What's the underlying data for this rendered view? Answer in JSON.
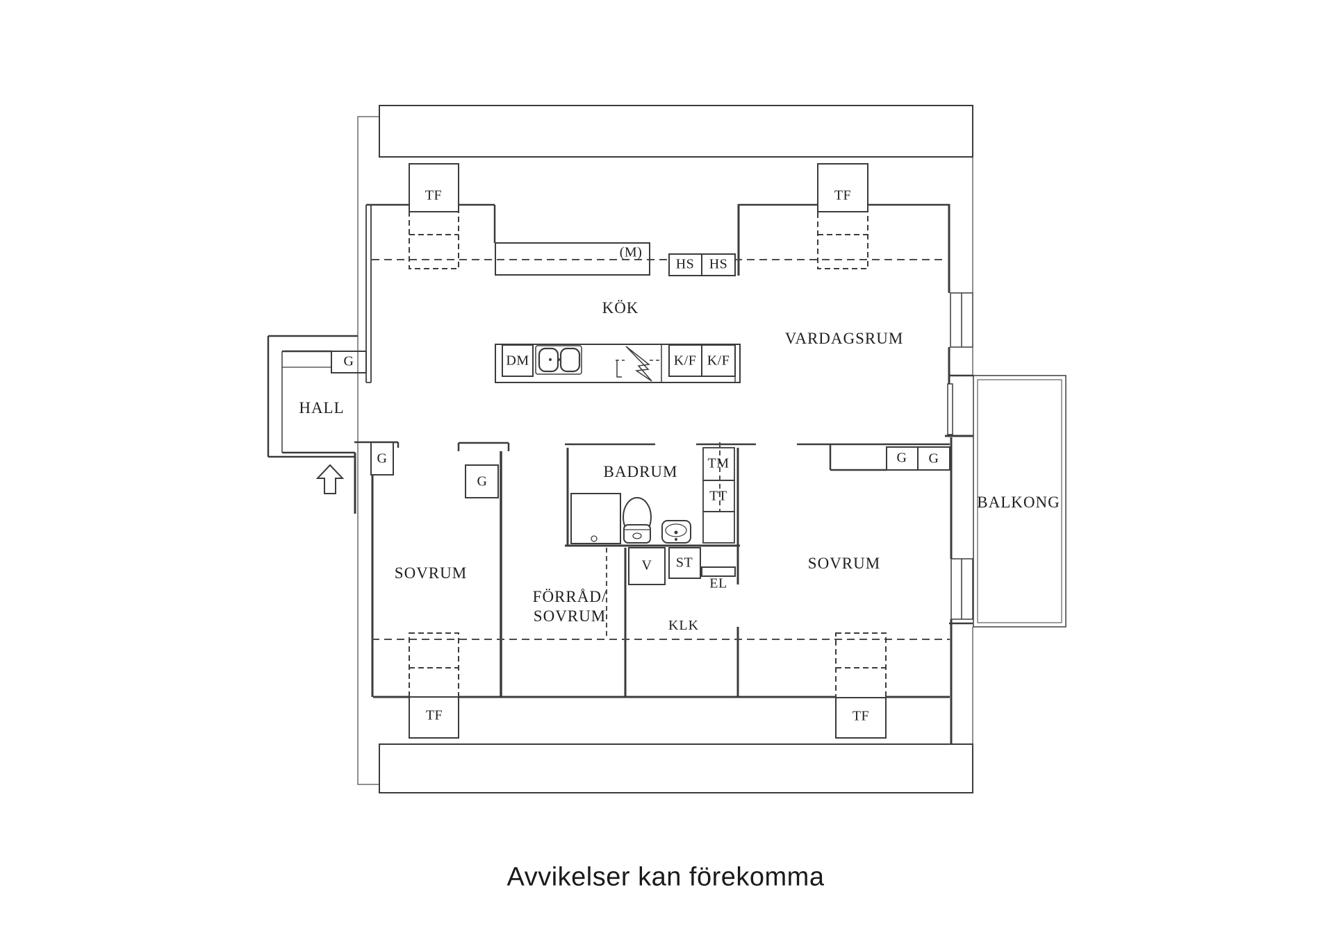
{
  "canvas": {
    "background": "#ffffff",
    "line_color": "#3b3b3b",
    "text_color": "#1f1f1f"
  },
  "rooms": {
    "kitchen": "KÖK",
    "living_room": "VARDAGSRUM",
    "hall": "HALL",
    "bedroom_left": "SOVRUM",
    "storage_bedroom_line1": "FÖRRÅD/",
    "storage_bedroom_line2": "SOVRUM",
    "bathroom": "BADRUM",
    "walkin_closet": "KLK",
    "bedroom_right": "SOVRUM",
    "balcony": "BALKONG"
  },
  "fixtures": {
    "ventilation_shaft": "TF",
    "wardrobe": "G",
    "shelf": "HS",
    "dishwasher": "DM",
    "fridge_freezer": "K/F",
    "microwave": "(M)",
    "washing_machine": "TM",
    "dryer": "TT",
    "water_heater": "V",
    "cleaning_closet": "ST",
    "electrical": "EL"
  },
  "icons": {
    "entrance_arrow": "up-arrow"
  },
  "disclaimer": "Avvikelser kan förekomma"
}
